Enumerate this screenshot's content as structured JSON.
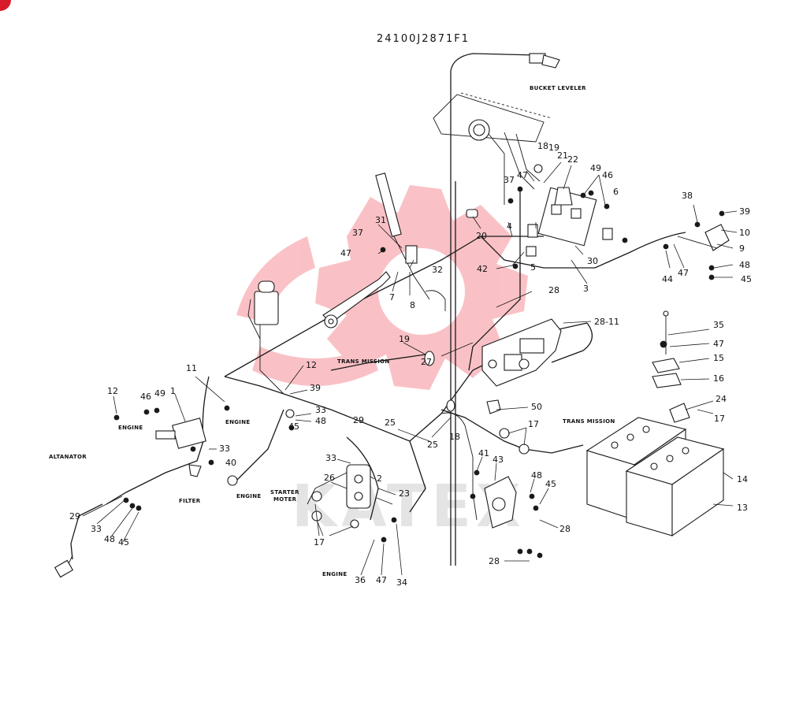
{
  "title": "24100J2871F1",
  "colors": {
    "watermark": "#f26d78",
    "badge": "#d81b2a",
    "ink": "#1a1a1a"
  },
  "labels": {
    "bucket_leveler": "BUCKET LEVELER",
    "trans_mission_1": "TRANS MISSION",
    "trans_mission_2": "TRANS MISSION",
    "engine_1": "ENGINE",
    "engine_2": "ENGINE",
    "engine_3": "ENGINE",
    "engine_4": "ENGINE",
    "altanator": "ALTANATOR",
    "filter": "FILTER",
    "starter_1": "STARTER",
    "starter_2": "MOTER"
  },
  "callouts": [
    "24100J2871F1"
  ],
  "parts": {
    "p1": "1",
    "p2": "2",
    "p3": "3",
    "p4": "4",
    "p5": "5",
    "p6": "6",
    "p7": "7",
    "p8": "8",
    "p9": "9",
    "p10": "10",
    "p11": "11",
    "p12a": "12",
    "p12b": "12",
    "p13": "13",
    "p14": "14",
    "p15": "15",
    "p16": "16",
    "p17a": "17",
    "p17b": "17",
    "p17c": "17",
    "p18a": "18",
    "p18b": "18",
    "p19a": "19",
    "p19b": "19",
    "p20": "20",
    "p21": "21",
    "p22": "22",
    "p23": "23",
    "p24": "24",
    "p25a": "25",
    "p25b": "25",
    "p26": "26",
    "p27": "27",
    "p28a": "28",
    "p28b": "28",
    "p28c": "28",
    "p2811": "28-11",
    "p29a": "29",
    "p29b": "29",
    "p30": "30",
    "p31": "31",
    "p32": "32",
    "p33a": "33",
    "p33b": "33",
    "p33c": "33",
    "p33d": "33",
    "p34": "34",
    "p35": "35",
    "p36": "36",
    "p37a": "37",
    "p37b": "37",
    "p38": "38",
    "p39a": "39",
    "p39b": "39",
    "p40": "40",
    "p41": "41",
    "p42": "42",
    "p43": "43",
    "p44": "44",
    "p45a": "45",
    "p45b": "45",
    "p45c": "45",
    "p45d": "45",
    "p46a": "46",
    "p46b": "46",
    "p47a": "47",
    "p47b": "47",
    "p47c": "47",
    "p47d": "47",
    "p47e": "47",
    "p48a": "48",
    "p48b": "48",
    "p48c": "48",
    "p48d": "48",
    "p49a": "49",
    "p49b": "49",
    "p50": "50"
  }
}
